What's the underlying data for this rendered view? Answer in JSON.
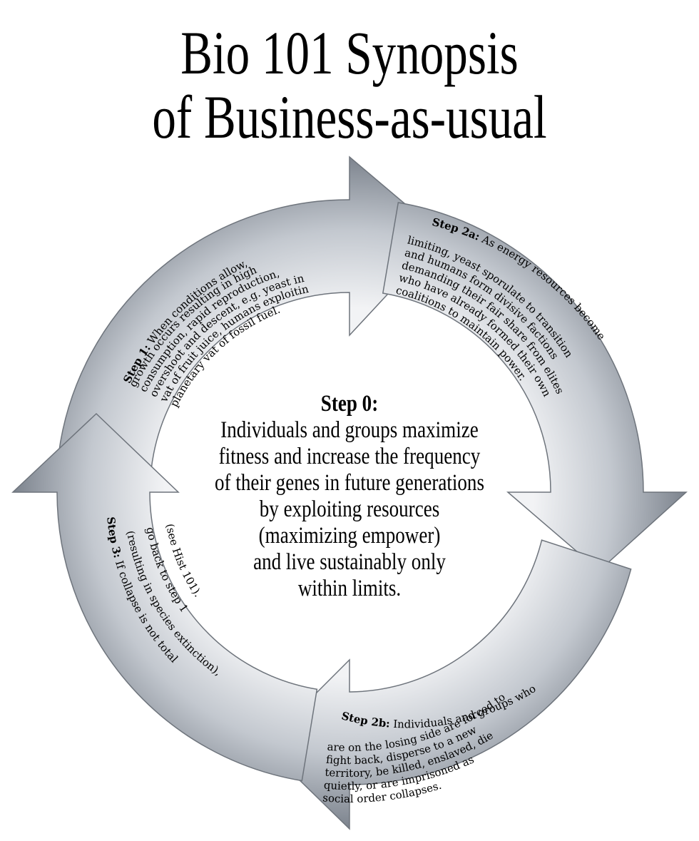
{
  "title": {
    "line1": "Bio 101 Synopsis",
    "line2": "of Business-as-usual"
  },
  "center": {
    "heading": "Step 0:",
    "lines": [
      "Individuals and groups maximize",
      "fitness and increase the frequency",
      "of their genes in future generations",
      "by exploiting resources",
      "(maximizing empower)",
      "and live sustainably only",
      "within limits."
    ]
  },
  "steps": {
    "step1": {
      "label": "Step 1:",
      "lines": [
        "When conditions allow,",
        "growth occurs resulting in high",
        "consumption, rapid reproduction,",
        "overshoot and descent, e.g. yeast in a",
        "vat of fruit juice, humans exploiting a",
        "planetary vat of fossil fuel."
      ]
    },
    "step2a": {
      "label": "Step 2a:",
      "lines": [
        "As energy resources become",
        "limiting, yeast sporulate to transition",
        "and humans form divisive factions",
        "demanding their fair share from elites",
        "who have already formed their own",
        "coalitions to maintain power."
      ]
    },
    "step2b": {
      "label": "Step 2b:",
      "lines": [
        "Individuals and groups who",
        "are on the losing side are forced to",
        "fight back, disperse to a new",
        "territory, be killed, enslaved, die",
        "quietly, or are imprisoned as",
        "social order collapses."
      ]
    },
    "step3": {
      "label": "Step 3:",
      "lines": [
        "If collapse is not total",
        "(resulting in species extinction),",
        "go back to step 1",
        "(see Hist 101)."
      ]
    }
  },
  "colors": {
    "arrow_light": "#e6e8ec",
    "arrow_dark": "#8f96a0",
    "arrow_edge": "#6e747c",
    "text": "#000000"
  }
}
